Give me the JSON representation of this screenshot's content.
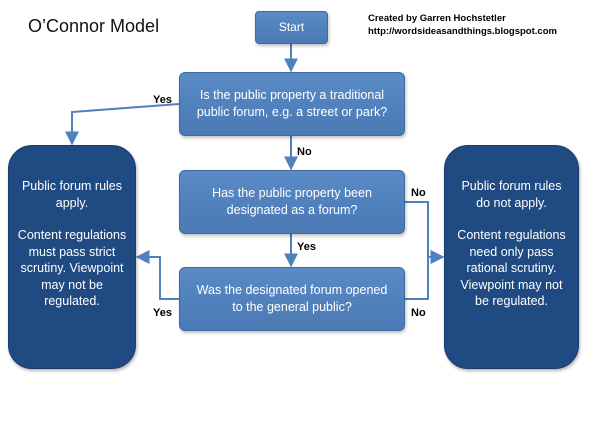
{
  "title": "O’Connor Model",
  "credit": {
    "line1": "Created by Garren Hochstetler",
    "line2": "http://wordsideasandthings.blogspot.com"
  },
  "start": "Start",
  "questions": [
    "Is the public property a traditional public forum, e.g. a street or park?",
    "Has the public property been designated as a forum?",
    "Was the designated forum opened to the general public?"
  ],
  "labels": {
    "q1_yes": "Yes",
    "q1_no": "No",
    "q2_yes": "Yes",
    "q2_no": "No",
    "q3_yes": "Yes",
    "q3_no": "No"
  },
  "left_box": {
    "line1": "Public forum rules apply.",
    "line2": "Content regulations must pass strict scrutiny. Viewpoint may not be regulated."
  },
  "right_box": {
    "line1": "Public forum rules do not apply.",
    "line2": "Content regulations need only pass rational scrutiny. Viewpoint may not be regulated."
  },
  "colors": {
    "arrow": "#4f81bd",
    "question_fill": "#4f81bd",
    "outcome_fill": "#1f4a82"
  }
}
